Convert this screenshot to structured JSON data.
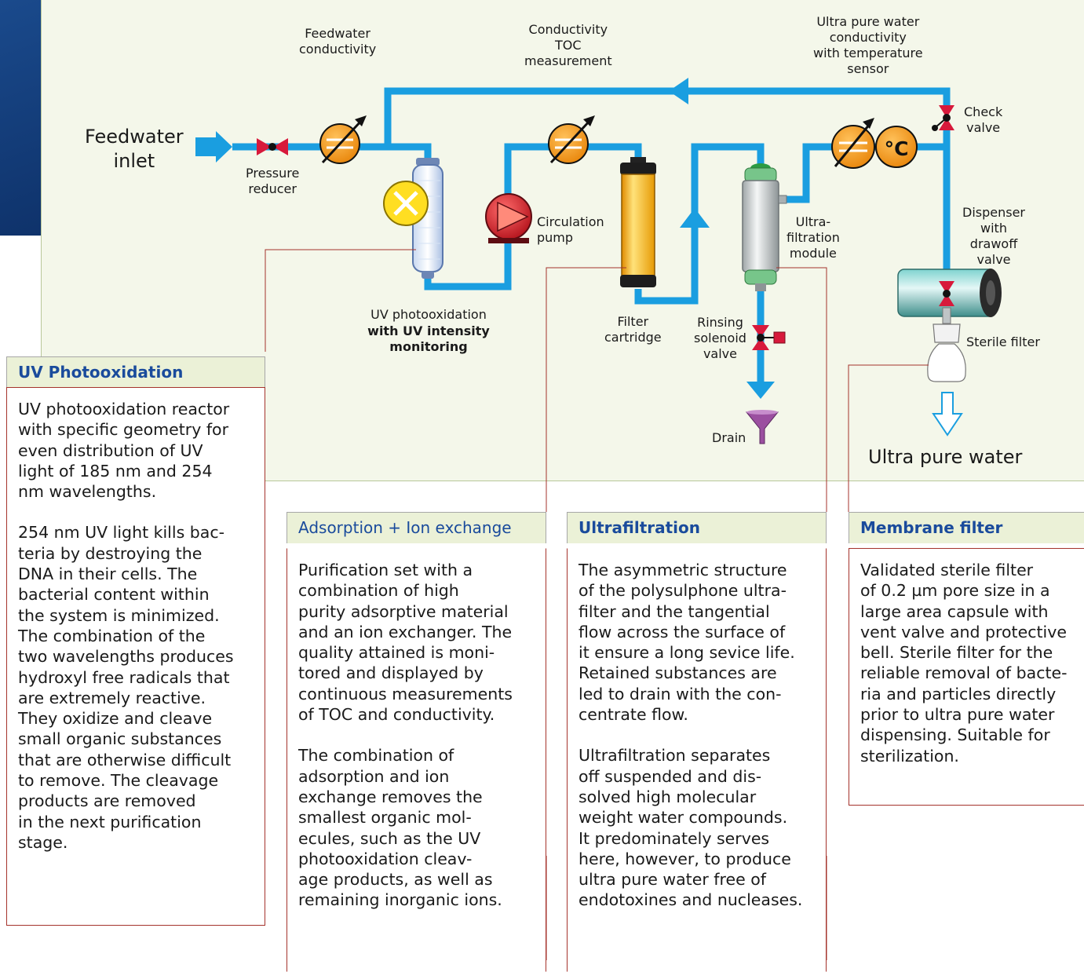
{
  "diagram": {
    "feedwater_inlet": "Feedwater\ninlet",
    "pressure_reducer": "Pressure\nreducer",
    "feedwater_conductivity": "Feedwater\nconductivity",
    "conductivity_toc": "Conductivity\nTOC\nmeasurement",
    "ultra_pure_conductivity": "Ultra pure water\nconductivity\nwith temperature\nsensor",
    "check_valve": "Check\nvalve",
    "circulation_pump": "Circulation\npump",
    "uv_photooxidation": "UV photooxidation",
    "uv_intensity": "with UV intensity\nmonitoring",
    "filter_cartridge": "Filter\ncartridge",
    "rinsing_valve": "Rinsing\nsolenoid\nvalve",
    "ultrafiltration_module": "Ultra-\nfiltration\nmodule",
    "dispenser": "Dispenser\nwith\ndrawoff\nvalve",
    "sterile_filter": "Sterile filter",
    "drain": "Drain",
    "ultra_pure_water": "Ultra pure water",
    "temp_symbol": "°C"
  },
  "panels": {
    "uv": {
      "title": "UV Photooxidation",
      "p1": "UV photooxidation reactor\nwith specific geometry for\neven distribution of UV\nlight of 185 nm and 254\nnm wavelengths.",
      "p2": "254 nm UV light kills bac-\nteria by destroying the\nDNA in their cells. The\nbacterial content within\nthe system is minimized.\nThe combination of the\ntwo wavelengths produces\nhydroxyl free radicals that\nare extremely reactive.\nThey oxidize and cleave\nsmall organic substances\nthat are otherwise difficult\nto remove. The cleavage\nproducts are removed\nin the next purification\nstage."
    },
    "adsorption": {
      "title": "Adsorption + Ion exchange",
      "p1": "Purification set with a\ncombination of high\npurity adsorptive material\nand an ion exchanger. The\nquality attained is moni-\ntored and displayed by\ncontinuous measurements\nof TOC and conductivity.",
      "p2": "The combination of\nadsorption and ion\nexchange removes the\nsmallest organic mol-\necules, such as the UV\nphotooxidation cleav-\nage products, as well as\nremaining inorganic ions."
    },
    "ultrafiltration": {
      "title": "Ultrafiltration",
      "p1": "The asymmetric structure\nof the polysulphone ultra-\nfilter and the tangential\nflow across the surface of\nit ensure a long sevice life.\nRetained substances are\nled to drain with the con-\ncentrate flow.",
      "p2": "Ultrafiltration separates\noff suspended and dis-\nsolved high molecular\nweight water compounds.\nIt predominately serves\nhere, however, to produce\nultra pure water free of\nendotoxines and nucleases."
    },
    "membrane": {
      "title": "Membrane filter",
      "p1": "Validated sterile filter\nof 0.2 µm pore size in a\nlarge area capsule with\nvent valve and protective\nbell. Sterile filter for the\nreliable removal of bacte-\nria and particles directly\nprior to ultra pure water\ndispensing. Suitable for\nsterilization."
    }
  },
  "colors": {
    "pipe": "#1a9ee0",
    "accent_orange": "#f49a1b",
    "leader_red": "#a5332c",
    "heading_blue": "#1a4b9c",
    "panel_header_bg": "#ebf1d7"
  }
}
